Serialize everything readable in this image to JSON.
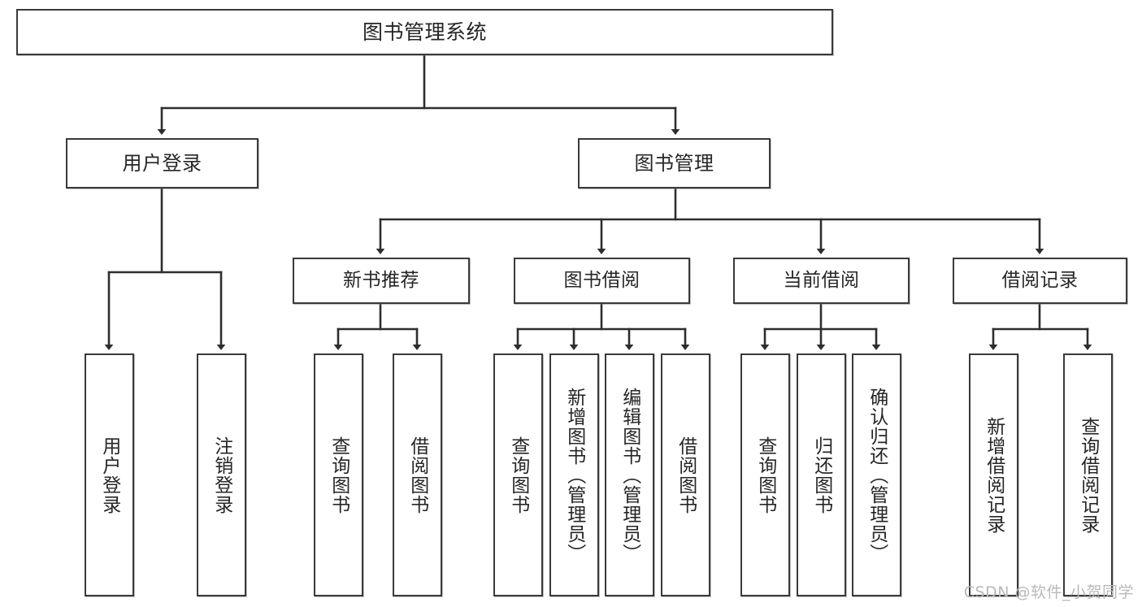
{
  "diagram": {
    "title": "图书管理系统",
    "type": "functional-structure-tree",
    "watermark": "CSDN @软件_小贺同学",
    "colors": {
      "stroke": "#3a3a3a",
      "node_fill": "#ffffff",
      "text": "#262626",
      "watermark": "#b9b9b9",
      "background": "#ffffff"
    },
    "nodes": {
      "root": {
        "label": "图书管理系统"
      },
      "tier2": [
        {
          "label": "用户登录"
        },
        {
          "label": "图书管理"
        }
      ],
      "tier3": [
        {
          "label": "新书推荐"
        },
        {
          "label": "图书借阅"
        },
        {
          "label": "当前借阅"
        },
        {
          "label": "借阅记录"
        }
      ],
      "leaves": {
        "user_login": [
          {
            "label": "用户登录"
          },
          {
            "label": "注销登录"
          }
        ],
        "new_book_rec": [
          {
            "label": "查询图书"
          },
          {
            "label": "借阅图书"
          }
        ],
        "book_borrow": [
          {
            "label": "查询图书"
          },
          {
            "label": "新增图书（管理员）"
          },
          {
            "label": "编辑图书（管理员）"
          },
          {
            "label": "借阅图书"
          }
        ],
        "current_borrow": [
          {
            "label": "查询图书"
          },
          {
            "label": "归还图书"
          },
          {
            "label": "确认归还（管理员）"
          }
        ],
        "borrow_record": [
          {
            "label": "新增借阅记录"
          },
          {
            "label": "查询借阅记录"
          }
        ]
      }
    }
  }
}
